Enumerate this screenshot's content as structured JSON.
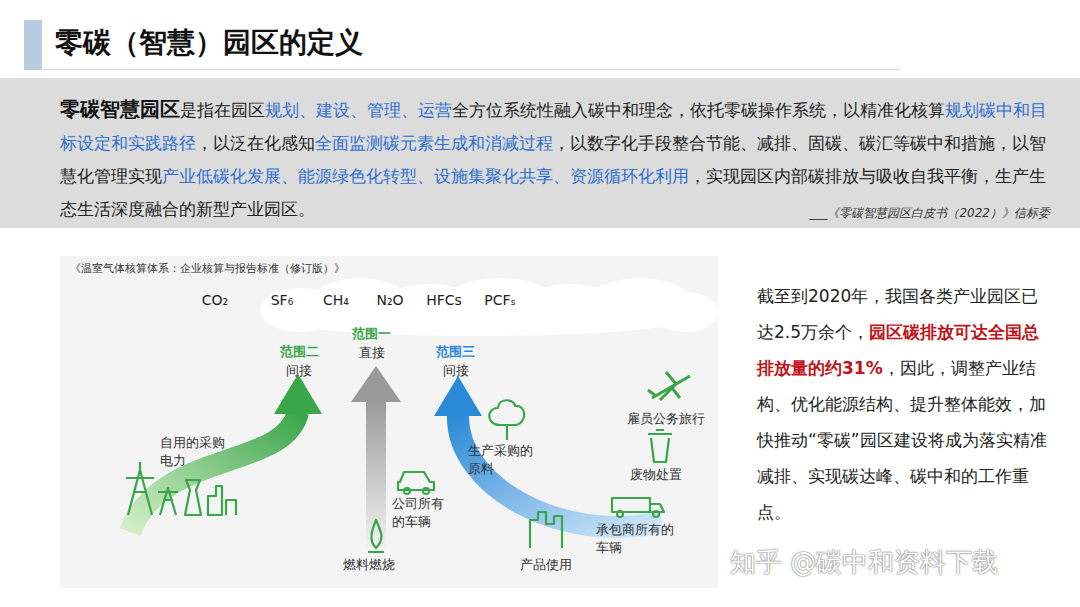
{
  "diagram": {
    "title": "零碳（智慧）园区的定义",
    "nodes": [
      {
        "text": [
          "零碳智慧园区",
          "是指在园区",
          "规划、建设、管理、运营",
          "全方位系统性融入碳中和理念，依托零碳操作系统，以精准化核算",
          "规划碳中和目标设定和实践路径",
          "，以泛在化感知",
          "全面监测碳元素生成和消减过程",
          "，以数字化手段整合节能、减排、固碳、碳汇等碳中和措施，以智慧化管理实现",
          "产业低碳化发展、能源绿色化转型、设施集聚化共享、资源循环化利用",
          "，实现园区内部碳排放与吸收自我平衡，生产生态生活深度融合的新型产业园区。",
          "___《零碳智慧园区白皮书（2022）》信标委"
        ]
      },
      {
        "text": [
          "《温室气体核算体系：企业核算与报告标准（修订版）》"
        ]
      },
      {
        "text": [
          "CO₂",
          "SF₆",
          "CH₄",
          "N₂O",
          "HFCs",
          "PCFₛ"
        ],
        "in": 1
      }
    ],
    "labels": [
      "范围二",
      "间接",
      "范围一",
      "直接",
      "范围三",
      "间接",
      "自用的采购电力",
      "公司所有的车辆",
      "燃料燃烧",
      "生产采购的原料",
      "产品使用",
      "雇员公务旅行",
      "废物处置",
      "承包商所有的车辆",
      "截至到2020年，我国各类产业园区已达2.5万余个，",
      "园区碳排放可达全国总排放量的约31%",
      "，因此，调整产业结构、优化能源结构、提升整体能效，加快推动“零碳”园区建设将成为落实精准减排、实现碳达峰、碳中和的工作重点。",
      "知乎 @碳中和资料下载"
    ]
  }
}
